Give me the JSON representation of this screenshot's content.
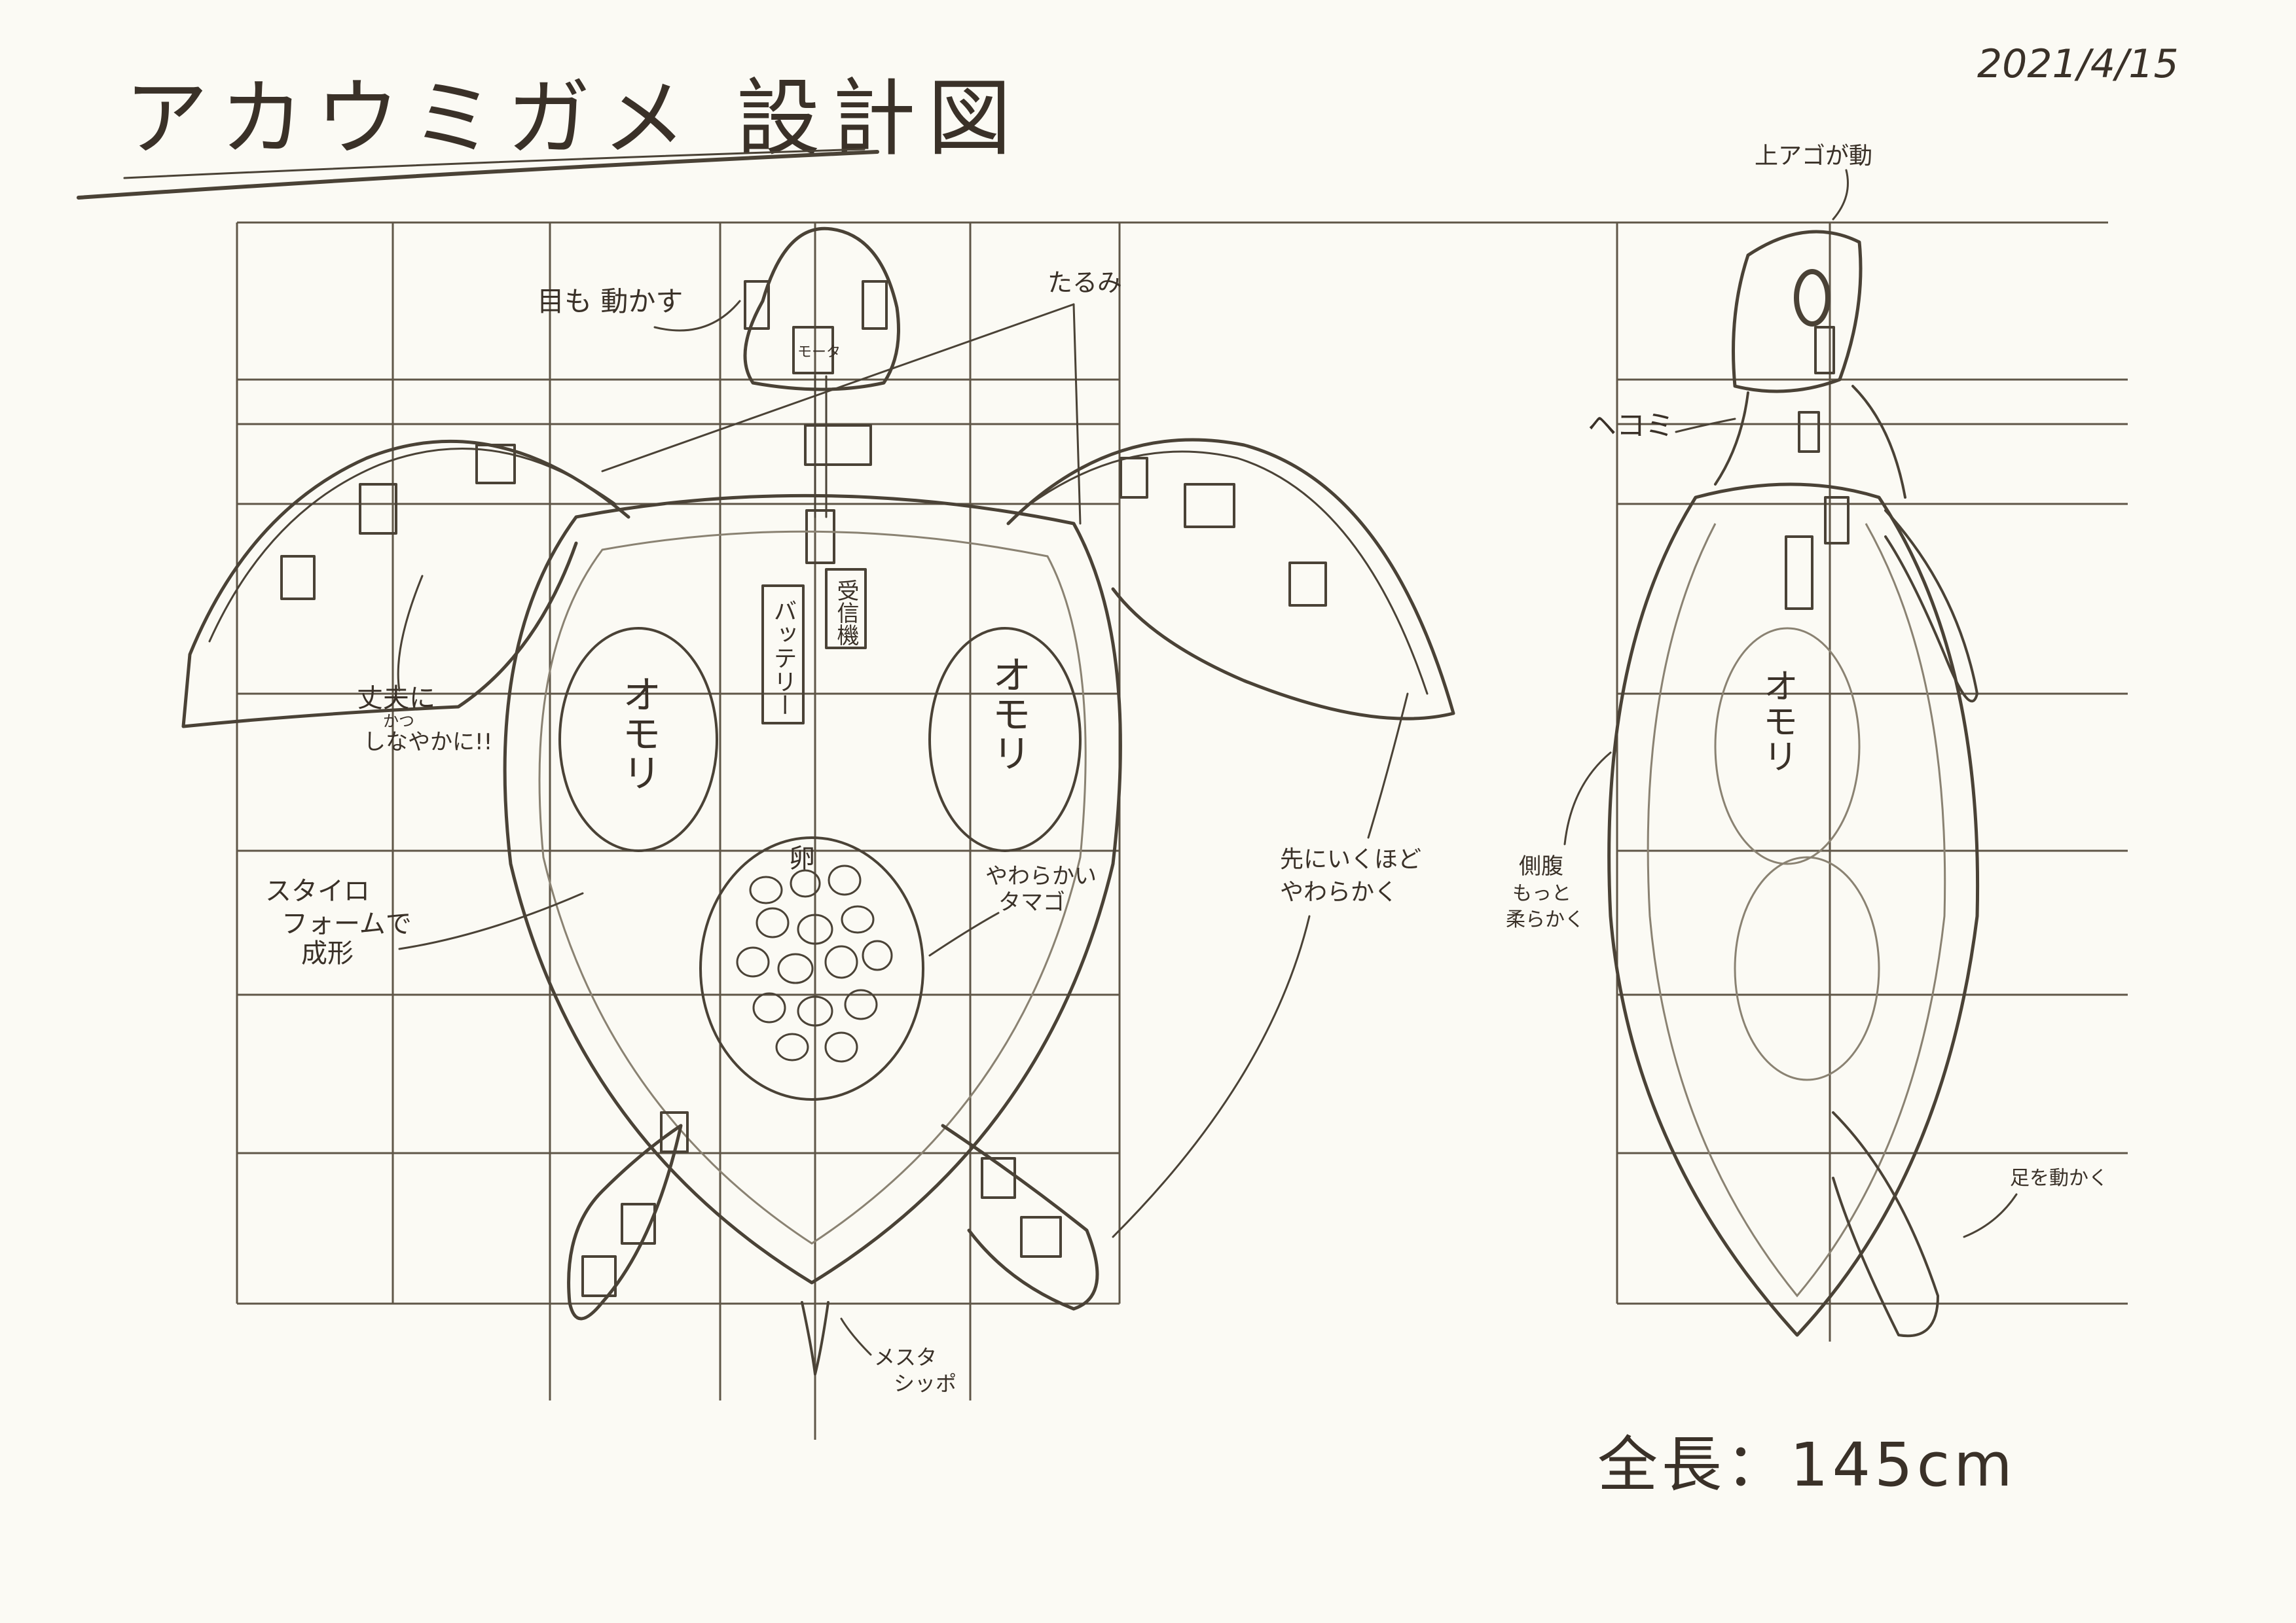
{
  "title": "アカウミガメ 設計図",
  "date": "2021/4/15",
  "top_view": {
    "labels": {
      "eyes": "目も 動かす",
      "motor": "モータ",
      "slack": "たるみ",
      "battery": "バッテリー",
      "receiver": "受信機",
      "weight_left": "オモリ",
      "weight_right": "オモリ",
      "wing_note_line1": "丈夫に",
      "wing_note_line2": "かつ",
      "wing_note_line3": "しなやかに!!",
      "styrofoam_line1": "スタイロ",
      "styrofoam_line2": "フォームで",
      "styrofoam_line3": "成形",
      "soft_eggs_line1": "やわらかい",
      "soft_eggs_line2": "タマゴ",
      "eggs": "卵",
      "soft_tip_line1": "先にいくほど",
      "soft_tip_line2": "やわらかく",
      "tail_line1": "メスタ",
      "tail_line2": "シッポ"
    }
  },
  "side_view": {
    "labels": {
      "head_up": "上アゴが動",
      "dent": "ヘコミ",
      "weight": "オモリ",
      "belly_line1": "側腹",
      "belly_line2": "もっと",
      "belly_line3": "柔らかく",
      "legs": "足を動かく"
    }
  },
  "total_length": "全長：145cm"
}
